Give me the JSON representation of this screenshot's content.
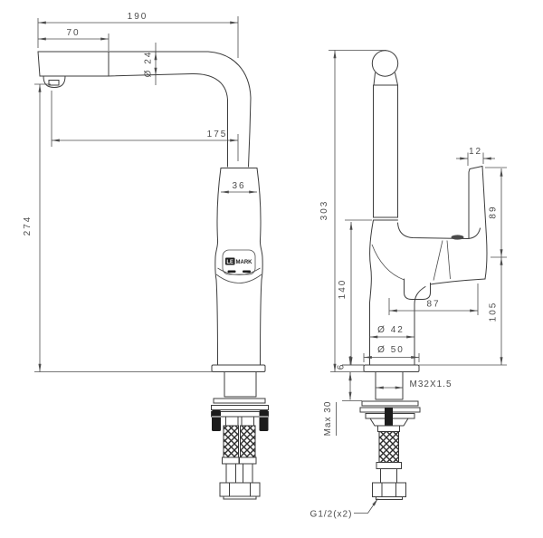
{
  "drawing": {
    "type": "faucet-installation-dimension-drawing",
    "line_color": "#3d3d3d",
    "dim_color": "#4c4c4c",
    "background": "#ffffff"
  },
  "brand": {
    "logo_box": "LE",
    "logo_rest": "MARK"
  },
  "front_view": {
    "spout_length": "190",
    "head_length": "70",
    "spout_diameter": "Ø 24",
    "spout_reach": "175",
    "body_width": "36",
    "outlet_height": "274"
  },
  "side_view": {
    "lever_thickness": "12",
    "total_height": "303",
    "lever_height": "89",
    "body_top_height": "140",
    "lever_reach": "87",
    "pivot_height": "105",
    "body_diameter": "Ø 42",
    "base_diameter": "Ø 50",
    "base_plate_height": "6",
    "mount_thread": "M32X1.5",
    "max_deck_thickness": "Max 30",
    "supply_connection": "G1/2(x2)"
  }
}
